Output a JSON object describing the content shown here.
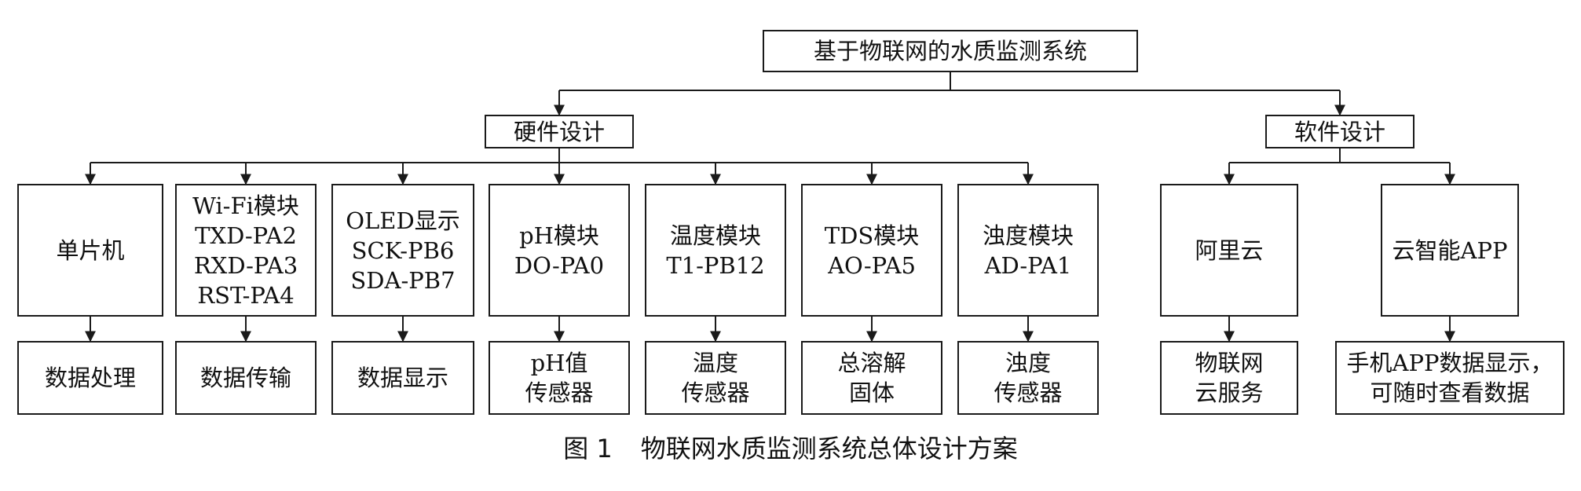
{
  "root": {
    "label": "基于物联网的水质监测系统"
  },
  "branches": {
    "hardware": {
      "label": "硬件设计"
    },
    "software": {
      "label": "软件设计"
    }
  },
  "hardware_modules": [
    {
      "lines": [
        "单片机"
      ],
      "function_lines": [
        "数据处理"
      ]
    },
    {
      "lines": [
        "Wi-Fi模块",
        "TXD-PA2",
        "RXD-PA3",
        "RST-PA4"
      ],
      "function_lines": [
        "数据传输"
      ]
    },
    {
      "lines": [
        "OLED显示",
        "SCK-PB6",
        "SDA-PB7"
      ],
      "function_lines": [
        "数据显示"
      ]
    },
    {
      "lines": [
        "pH模块",
        "DO-PA0"
      ],
      "function_lines": [
        "pH值",
        "传感器"
      ]
    },
    {
      "lines": [
        "温度模块",
        "T1-PB12"
      ],
      "function_lines": [
        "温度",
        "传感器"
      ]
    },
    {
      "lines": [
        "TDS模块",
        "AO-PA5"
      ],
      "function_lines": [
        "总溶解",
        "固体"
      ]
    },
    {
      "lines": [
        "浊度模块",
        "AD-PA1"
      ],
      "function_lines": [
        "浊度",
        "传感器"
      ]
    }
  ],
  "software_modules": [
    {
      "lines": [
        "阿里云"
      ],
      "function_lines": [
        "物联网",
        "云服务"
      ]
    },
    {
      "lines": [
        "云智能APP"
      ],
      "function_lines": [
        "手机APP数据显示，",
        "可随时查看数据"
      ]
    }
  ],
  "caption": {
    "number": "图 1",
    "title": "物联网水质监测系统总体设计方案"
  }
}
